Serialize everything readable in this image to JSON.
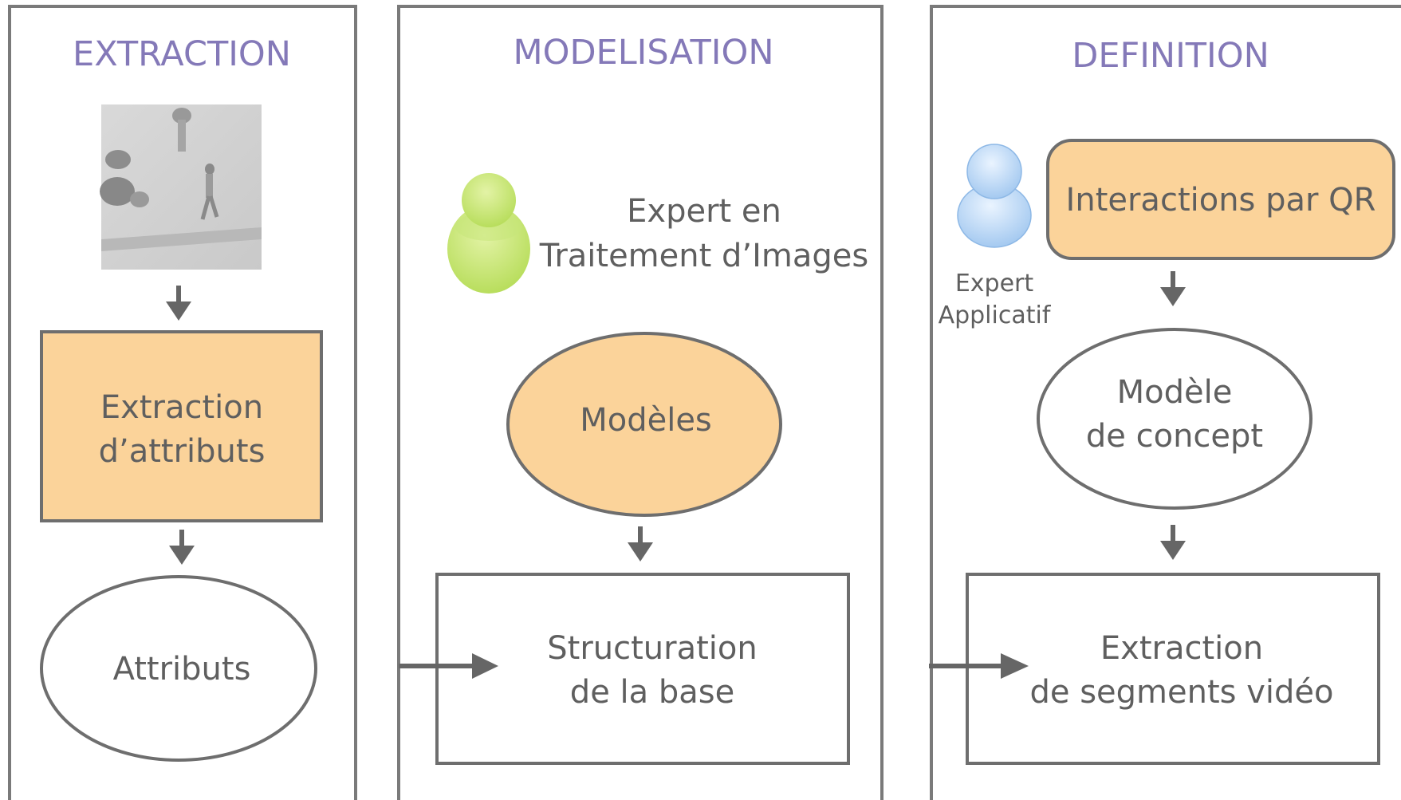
{
  "panels": {
    "extraction": {
      "title": "EXTRACTION",
      "box_label": [
        "Extraction",
        "d’attributs"
      ],
      "ellipse_label": "Attributs"
    },
    "modelisation": {
      "title": "MODELISATION",
      "actor_label": [
        "Expert en",
        "Traitement d’Images"
      ],
      "ellipse_label": "Modèles",
      "box_label": [
        "Structuration",
        "de la base"
      ]
    },
    "definition": {
      "title": "DEFINITION",
      "actor_label": [
        "Expert",
        "Applicatif"
      ],
      "box_top_label": "Interactions par QR",
      "ellipse_label": [
        "Modèle",
        "de concept"
      ],
      "box_bottom_label": [
        "Extraction",
        "de segments vidéo"
      ]
    }
  },
  "colors": {
    "title": "#8479b8",
    "orange_fill": "#fbd39a",
    "green_actor": "#b5dc57",
    "blue_actor": "#a9cdf2",
    "stroke": "#6e6e6e"
  },
  "icons": {
    "video_thumbnail": "video-frame-thumbnail",
    "expert_image": "person-icon-green",
    "expert_app": "person-icon-blue"
  }
}
